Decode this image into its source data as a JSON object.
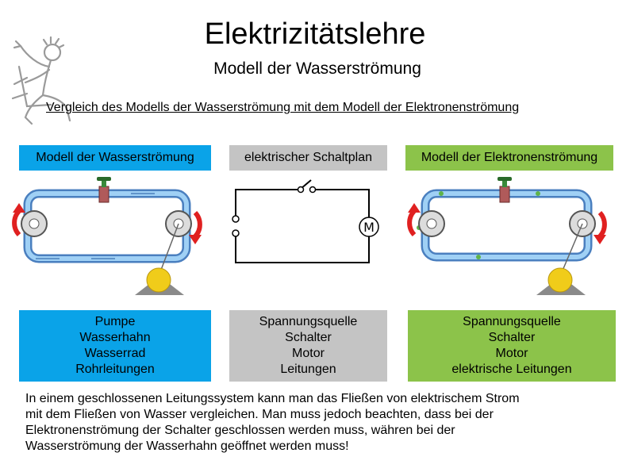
{
  "header": {
    "title": "Elektrizitätslehre",
    "subtitle": "Modell der Wasserströmung",
    "comparison": "Vergleich des Modells der Wasserströmung mit dem Modell der Elektronenströmung"
  },
  "columns": [
    {
      "heading": "Modell der Wasserströmung",
      "items": [
        "Pumpe",
        "Wasserhahn",
        "Wasserrad",
        "Rohrleitungen"
      ]
    },
    {
      "heading": "elektrischer Schaltplan",
      "items": [
        "Spannungsquelle",
        "Schalter",
        "Motor",
        "Leitungen"
      ]
    },
    {
      "heading": "Modell der Elektronenströmung",
      "items": [
        "Spannungsquelle",
        "Schalter",
        "Motor",
        "elektrische Leitungen"
      ]
    }
  ],
  "circuit": {
    "motor_symbol": "M"
  },
  "text": {
    "lines": [
      "In einem geschlossenen Leitungssystem kann man das Fließen von elektrischem Strom",
      "mit dem Fließen von Wasser vergleichen. Man muss jedoch beachten, dass bei der",
      "Elektronenströmung der Schalter geschlossen werden muss, währen bei der",
      "Wasserströmung der Wasserhahn geöffnet werden muss!"
    ]
  },
  "colors": {
    "water_blue": "#0aa3e8",
    "schematic_gray": "#c4c4c4",
    "electron_green": "#8cc34a",
    "arrow_red": "#e02020"
  },
  "icons": [
    "physicist-sketch-icon",
    "pump-icon",
    "faucet-icon",
    "water-wheel-icon",
    "rotation-arrow-icon"
  ]
}
